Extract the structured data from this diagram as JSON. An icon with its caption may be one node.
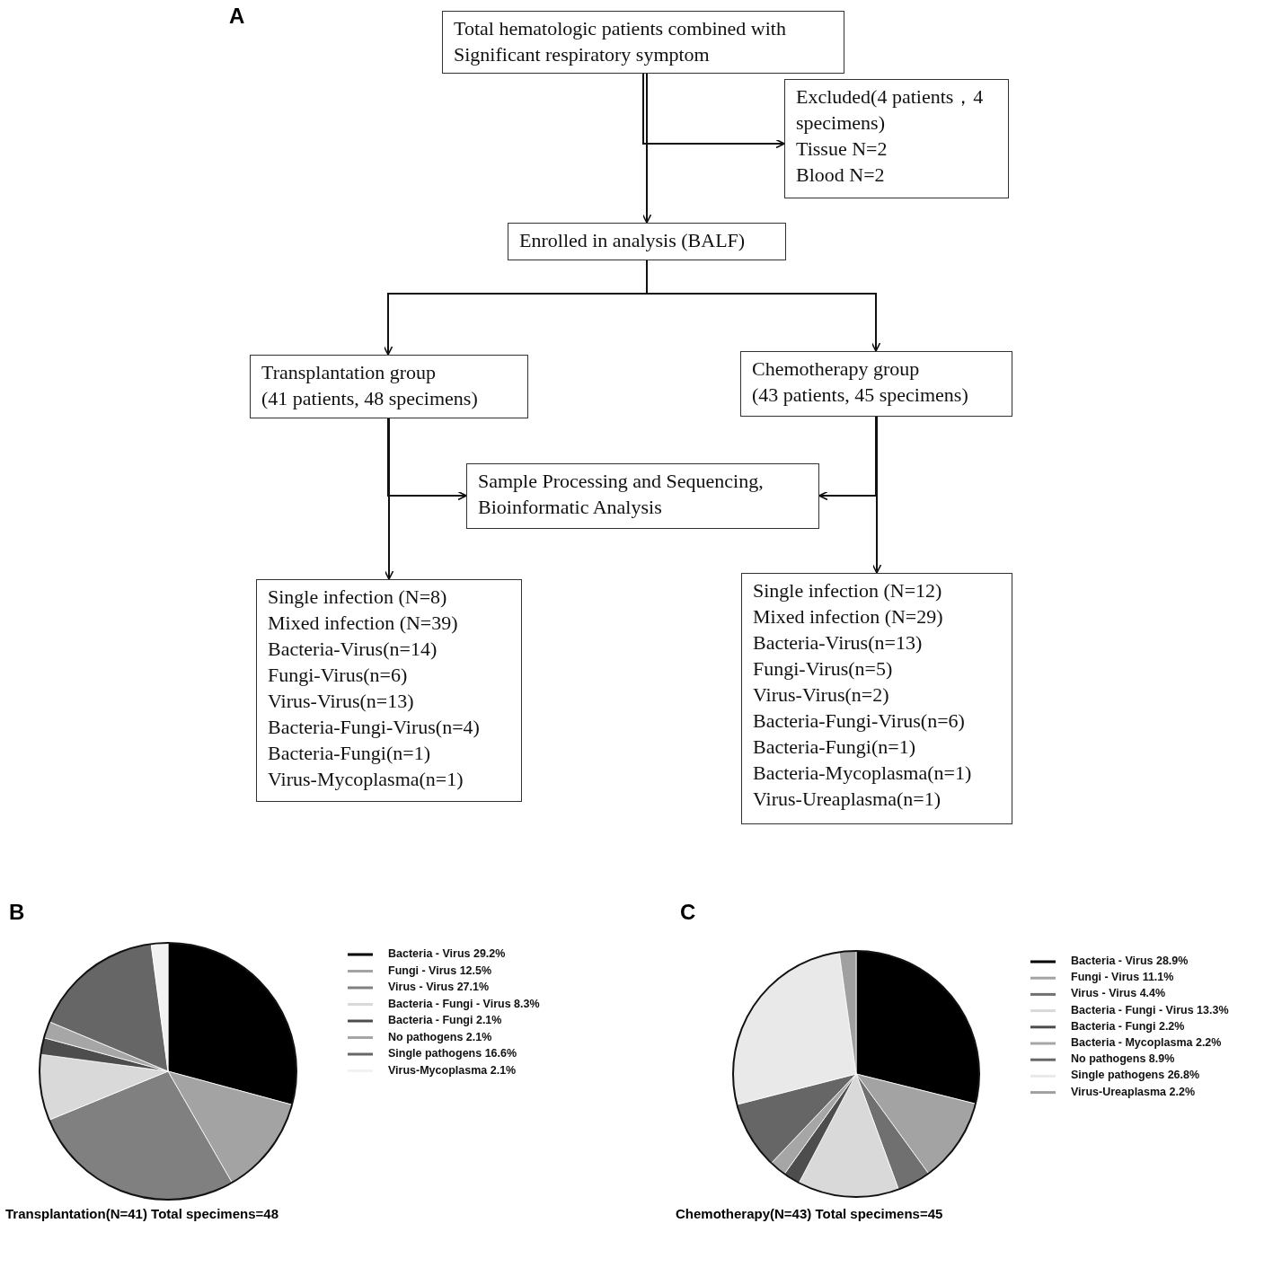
{
  "diagram": {
    "nodes": [
      {
        "text": [
          "Total hematologic patients combined with Significant respiratory symptom"
        ]
      },
      {
        "text": [
          "Excluded(4 patients，4 specimens)",
          "Tissue N=2",
          "Blood N=2"
        ]
      },
      {
        "text": [
          "Enrolled in analysis (BALF)"
        ]
      },
      {
        "text": [
          "Transplantation group",
          "(41 patients, 48 specimens)"
        ]
      },
      {
        "text": [
          "Chemotherapy group",
          "(43 patients, 45 specimens)"
        ]
      },
      {
        "text": [
          "Sample Processing and Sequencing, Bioinformatic Analysis"
        ]
      },
      {
        "text": [
          "Single infection (N=8)",
          "Mixed infection (N=39)",
          "Bacteria-Virus(n=14)",
          "Fungi-Virus(n=6)",
          "Virus-Virus(n=13)",
          "Bacteria-Fungi-Virus(n=4)",
          "Bacteria-Fungi(n=1)",
          "Virus-Mycoplasma(n=1)"
        ]
      },
      {
        "text": [
          "Single infection (N=12)",
          "Mixed infection (N=29)",
          "Bacteria-Virus(n=13)",
          "Fungi-Virus(n=5)",
          "Virus-Virus(n=2)",
          "Bacteria-Fungi-Virus(n=6)",
          "Bacteria-Fungi(n=1)",
          "Bacteria-Mycoplasma(n=1)",
          "Virus-Ureaplasma(n=1)"
        ]
      }
    ],
    "edges": [
      {
        "from": 0,
        "to": 2,
        "arrow": "to"
      },
      {
        "from": 0,
        "to": 1,
        "arrow": "to"
      },
      {
        "from": 2,
        "to": 3,
        "arrow": "to"
      },
      {
        "from": 2,
        "to": 4,
        "arrow": "to"
      },
      {
        "from": 3,
        "to": 6,
        "arrow": "to"
      },
      {
        "from": 4,
        "to": 7,
        "arrow": "to"
      },
      {
        "from": 3,
        "to": 5,
        "arrow": "to"
      },
      {
        "from": 4,
        "to": 5,
        "arrow": "to"
      }
    ],
    "labels": [
      "A",
      "B",
      "C"
    ],
    "chart_data": [
      {
        "type": "pie",
        "title": "Transplantation(N=41) Total specimens=48",
        "legend": "right",
        "categories": [
          "Bacteria - Virus 29.2%",
          "Fungi - Virus 12.5%",
          "Virus - Virus 27.1%",
          "Bacteria - Fungi - Virus 8.3%",
          "Bacteria - Fungi 2.1%",
          "No pathogens 2.1%",
          "Single pathogens 16.6%",
          "Virus-Mycoplasma 2.1%"
        ],
        "values": [
          29.2,
          12.5,
          27.1,
          8.3,
          2.1,
          2.1,
          16.6,
          2.1
        ]
      },
      {
        "type": "pie",
        "title": "Chemotherapy(N=43) Total specimens=45",
        "legend": "right",
        "categories": [
          "Bacteria - Virus 28.9%",
          "Fungi - Virus 11.1%",
          "Virus - Virus 4.4%",
          "Bacteria - Fungi - Virus 13.3%",
          "Bacteria - Fungi 2.2%",
          "Bacteria - Mycoplasma 2.2%",
          "No pathogens 8.9%",
          "Single pathogens 26.8%",
          "Virus-Ureaplasma 2.2%"
        ],
        "values": [
          28.9,
          11.1,
          4.4,
          13.3,
          2.2,
          2.2,
          8.9,
          26.8,
          2.2
        ]
      }
    ]
  }
}
